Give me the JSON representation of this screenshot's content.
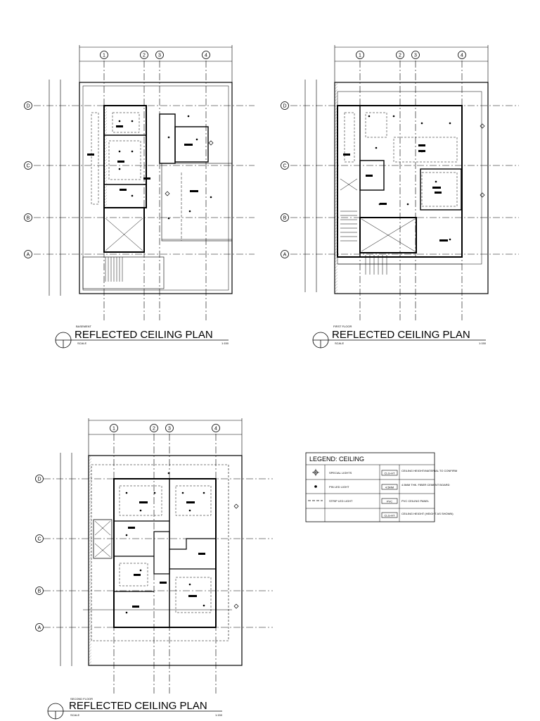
{
  "grid": {
    "columns": [
      "1",
      "2",
      "3",
      "4"
    ],
    "rows": [
      "D",
      "C",
      "B",
      "A"
    ]
  },
  "plans": [
    {
      "id": "basement",
      "level": "BASEMENT",
      "title": "REFLECTED CEILING PLAN",
      "scale_label": "SCALE",
      "scale_value": "1:150"
    },
    {
      "id": "first-floor",
      "level": "FIRST FLOOR",
      "title": "REFLECTED CEILING PLAN",
      "scale_label": "SCALE",
      "scale_value": "1:150"
    },
    {
      "id": "second-floor",
      "level": "SECOND FLOOR",
      "title": "REFLECTED CEILING PLAN",
      "scale_label": "SCALE",
      "scale_value": "1:150"
    }
  ],
  "legend": {
    "title": "LEGEND: CEILING",
    "rows": [
      {
        "symbol": "special-lights-icon",
        "text": "SPECIAL LIGHTS",
        "tag": "CLG-HT",
        "desc": "CEILING HEIGHT/MATERIAL TO CONFIRM"
      },
      {
        "symbol": "pin-led-light-icon",
        "text": "PIN LED LIGHT",
        "tag": "4.5MM",
        "desc": "4.5MM THK. FIBER CEMENT BOARD"
      },
      {
        "symbol": "strip-led-light-icon",
        "text": "STRIP LED LIGHT",
        "tag": "PVC",
        "desc": "PVC CEILING PANEL"
      },
      {
        "symbol": "",
        "text": "",
        "tag": "CLG-HT",
        "desc": "CEILING HEIGHT (HEIGHT AS SHOWN)"
      }
    ]
  }
}
